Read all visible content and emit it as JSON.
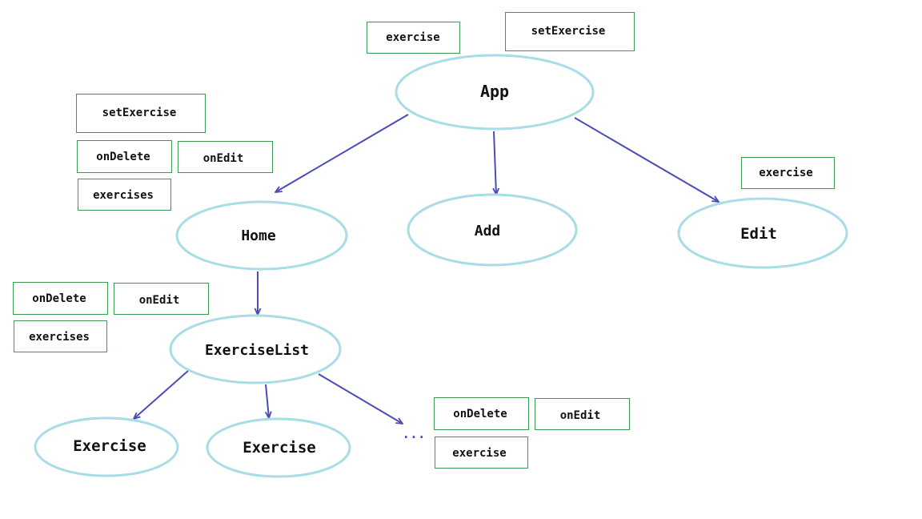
{
  "colors": {
    "node_outline": "#a8dce6",
    "edge": "#4a4cb8",
    "prop_border": "#3a9a4e",
    "text": "#111111"
  },
  "nodes": {
    "app": "App",
    "home": "Home",
    "add": "Add",
    "edit": "Edit",
    "exercise_list": "ExerciseList",
    "exercise_1": "Exercise",
    "exercise_2": "Exercise",
    "ellipsis": "..."
  },
  "props": {
    "app": [
      "exercise",
      "setExercise"
    ],
    "home": [
      "setExercise",
      "onDelete",
      "onEdit",
      "exercises"
    ],
    "edit": [
      "exercise"
    ],
    "exercise_list": [
      "onDelete",
      "onEdit",
      "exercises"
    ],
    "more_exercises": [
      "onDelete",
      "onEdit",
      "exercise"
    ]
  }
}
